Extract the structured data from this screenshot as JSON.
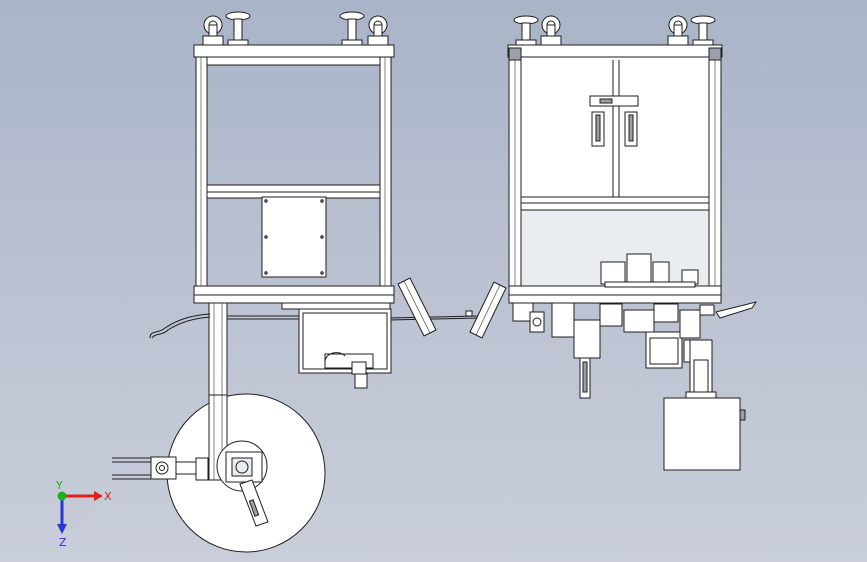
{
  "triad": {
    "x_label": "X",
    "y_label": "Y",
    "z_label": "Z",
    "x_color": "#e0201c",
    "y_color": "#1db21d",
    "z_color": "#2836d6"
  },
  "colors": {
    "line": "#1e1e1e",
    "part_fill": "#ffffff",
    "shade_fill": "#e9ecf1",
    "background": "#b3bbcc"
  }
}
